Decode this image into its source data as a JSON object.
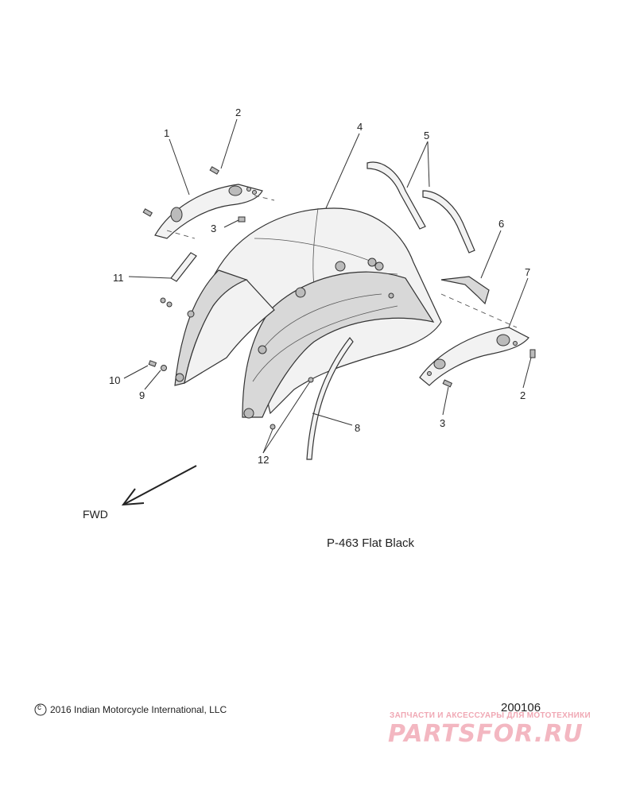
{
  "callouts": [
    {
      "id": "c1",
      "text": "1"
    },
    {
      "id": "c2a",
      "text": "2"
    },
    {
      "id": "c2b",
      "text": "2"
    },
    {
      "id": "c3a",
      "text": "3"
    },
    {
      "id": "c3b",
      "text": "3"
    },
    {
      "id": "c4",
      "text": "4"
    },
    {
      "id": "c5",
      "text": "5"
    },
    {
      "id": "c6",
      "text": "6"
    },
    {
      "id": "c7",
      "text": "7"
    },
    {
      "id": "c8",
      "text": "8"
    },
    {
      "id": "c9",
      "text": "9"
    },
    {
      "id": "c10",
      "text": "10"
    },
    {
      "id": "c11",
      "text": "11"
    },
    {
      "id": "c12",
      "text": "12"
    }
  ],
  "direction_label": "FWD",
  "paint_code": "P-463  Flat Black",
  "copyright": "2016 Indian Motorcycle International, LLC",
  "copyright_symbol": "c",
  "figure_number": "200106",
  "watermark": {
    "tagline": "ЗАПЧАСТИ И АКСЕССУАРЫ ДЛЯ МОТОТЕХНИКИ",
    "brand": "PARTSFOR.RU",
    "color": "#f3b7c1"
  }
}
